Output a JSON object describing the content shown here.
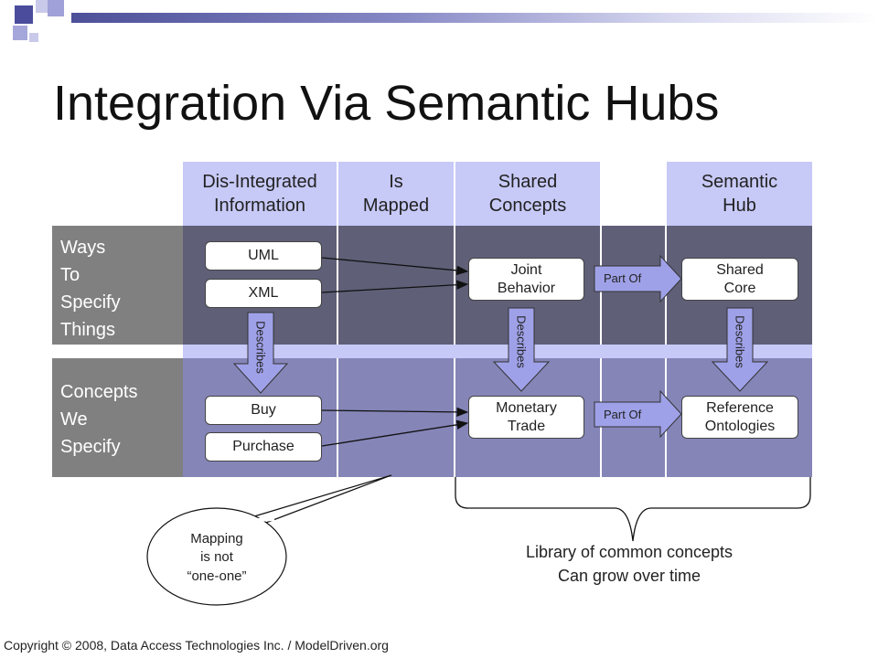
{
  "title": "Integration Via Semantic Hubs",
  "columns": [
    {
      "id": "dis",
      "label": "Dis-Integrated\nInformation"
    },
    {
      "id": "mapped",
      "label": "Is\nMapped"
    },
    {
      "id": "shared",
      "label": "Shared\nConcepts"
    },
    {
      "id": "hub",
      "label": "Semantic\nHub"
    }
  ],
  "rows": [
    {
      "id": "ways",
      "label": "Ways\nTo\nSpecify\nThings"
    },
    {
      "id": "concepts",
      "label": "Concepts\nWe\nSpecify"
    }
  ],
  "nodes": {
    "uml": "UML",
    "xml": "XML",
    "buy": "Buy",
    "purchase": "Purchase",
    "joint": "Joint\nBehavior",
    "monetary": "Monetary\nTrade",
    "shared_core": "Shared\nCore",
    "ref_ont": "Reference\nOntologies"
  },
  "relations": {
    "describes": "Describes",
    "part_of": "Part Of"
  },
  "callout": "Mapping\nis not\n“one-one”",
  "library_note": "Library of common concepts\nCan grow over time",
  "copyright": "Copyright © 2008, Data Access Technologies Inc. / ModelDriven.org",
  "colors": {
    "header_blue": "#c7c9f7",
    "dark_slate": "#5f5f78",
    "mid_slate": "#8585b8",
    "grey_label": "#808080",
    "band_blue": "#c7c9f7"
  }
}
